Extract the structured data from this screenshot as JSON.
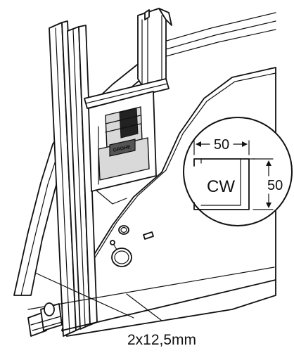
{
  "callout": {
    "profile_label": "CW",
    "width_dimension": "50",
    "height_dimension": "50"
  },
  "board_label": "2x12,5mm",
  "product_logo_text": "GROHE"
}
